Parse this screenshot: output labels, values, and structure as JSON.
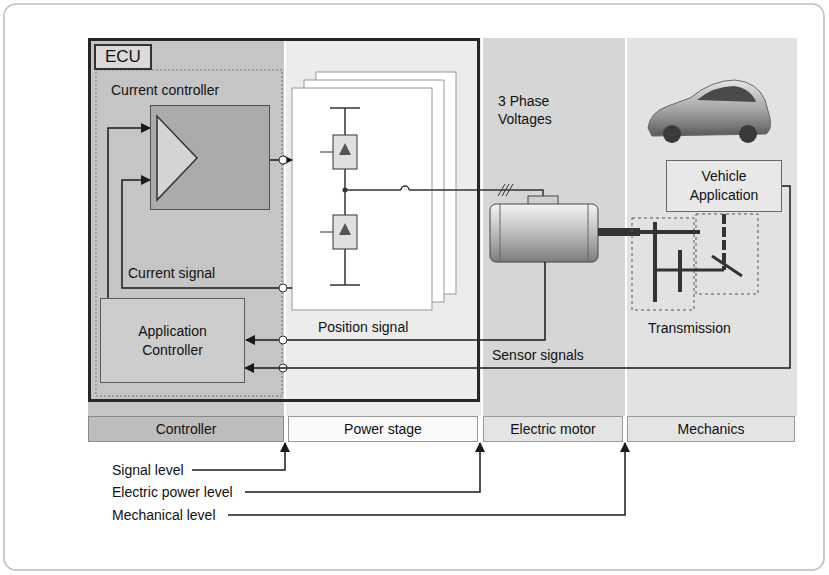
{
  "diagram": {
    "nodes": [
      {
        "text": [
          "ECU"
        ]
      },
      {
        "text": [
          "Current controller"
        ],
        "in": 0
      },
      {
        "text": [
          "Vehicle Application"
        ]
      },
      {
        "text": [
          "Application Controller"
        ],
        "in": 0
      },
      {
        "text": [
          "Controller"
        ]
      },
      {
        "text": [
          "Power stage"
        ]
      },
      {
        "text": [
          "Electric motor"
        ]
      },
      {
        "text": [
          "Mechanics"
        ]
      }
    ],
    "edges": [
      {
        "from": 3,
        "to": 1,
        "arrow": "to"
      },
      {
        "from": 2,
        "to": 3,
        "arrow": "to",
        "label": "Sensor signals"
      }
    ],
    "labels": [
      "3 Phase Voltages",
      "Current signal",
      "Position signal",
      "Transmission",
      "Signal level",
      "Electric power level",
      "Mechanical level"
    ]
  }
}
